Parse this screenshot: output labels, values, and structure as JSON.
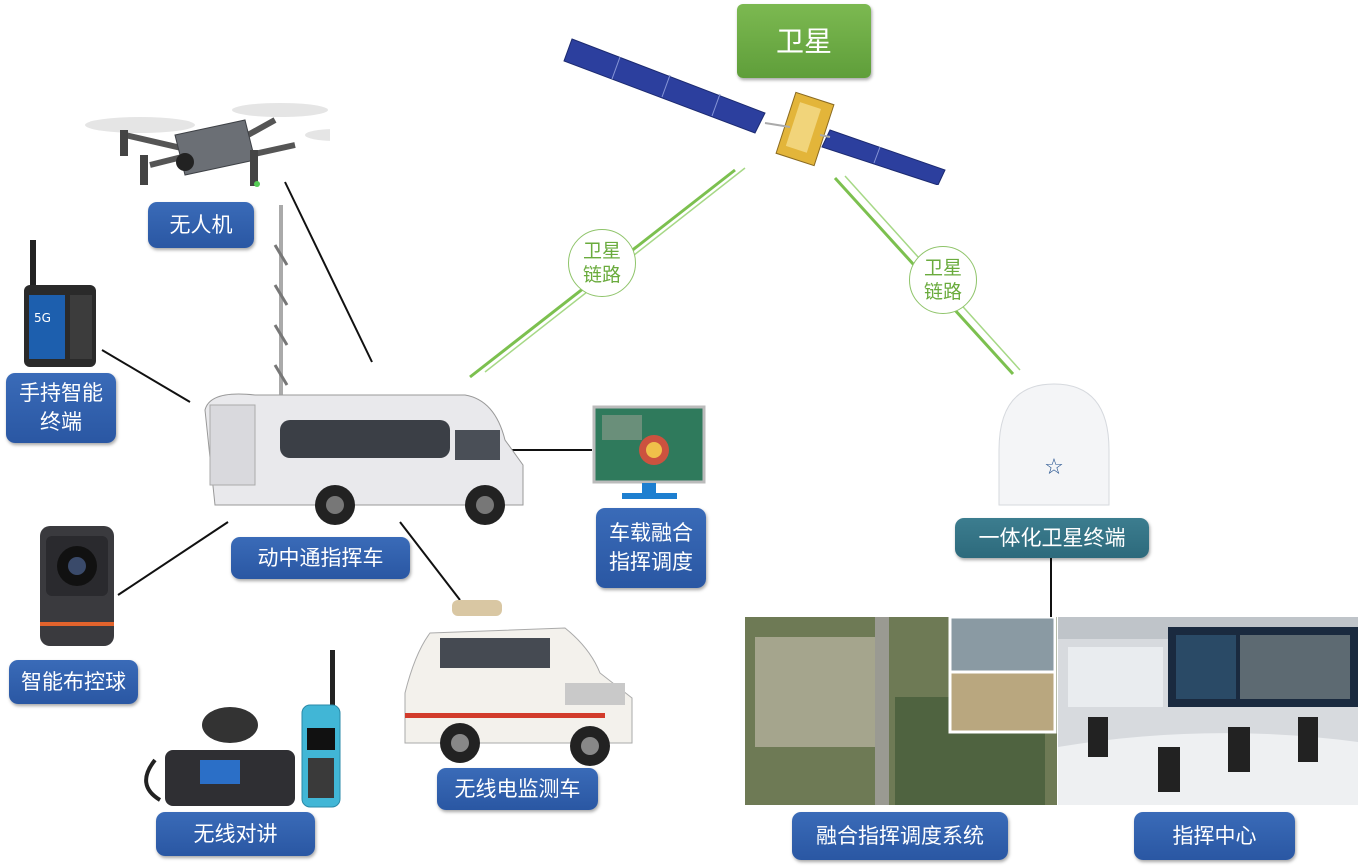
{
  "satellite": {
    "label": "卫星"
  },
  "links": [
    {
      "label": "卫星\n链路"
    },
    {
      "label": "卫星\n链路"
    }
  ],
  "devices": {
    "drone": "无人机",
    "handheld_terminal": "手持智能\n终端",
    "command_vehicle": "动中通指挥车",
    "smart_dome_camera": "智能布控球",
    "radio_intercom": "无线对讲",
    "radio_monitoring_vehicle": "无线电监测车",
    "vehicle_dispatch": "车载融合\n指挥调度",
    "integrated_satellite_terminal": "一体化卫星终端",
    "fusion_dispatch_system": "融合指挥调度系统",
    "command_center": "指挥中心"
  },
  "colors": {
    "label_blue": "#2f5ea8",
    "label_teal": "#337386",
    "satellite_green": "#6aab3d",
    "link_line_green": "#7cc04f",
    "connector_black": "#111111"
  }
}
